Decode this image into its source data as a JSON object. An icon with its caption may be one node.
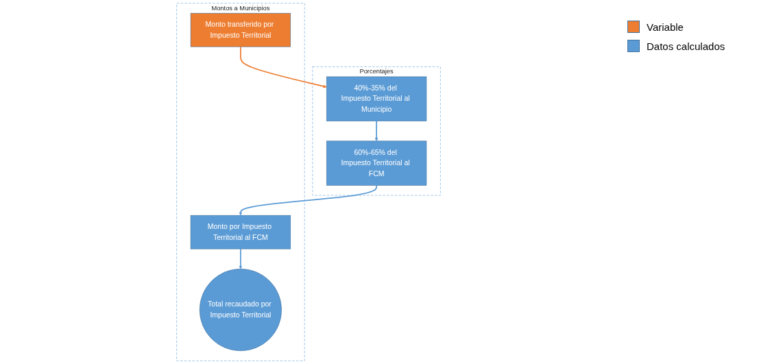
{
  "diagram": {
    "nodes": [
      {
        "text": [
          "Porcentajes"
        ]
      },
      {
        "text": [
          "40%-35% del Impuesto Territorial al Municipio"
        ],
        "in": 0
      },
      {
        "text": [
          "60%-65% del Impuesto Territorial al FCM"
        ],
        "in": 0
      },
      {
        "text": [
          "Montos a Municipios"
        ]
      },
      {
        "text": [
          "Monto transferido por Impuesto Territorial"
        ],
        "in": 3
      },
      {
        "text": [
          "Monto por Impuesto Territorial al FCM"
        ],
        "in": 3
      },
      {
        "text": [
          "Total recaudado por Impuesto Territorial"
        ],
        "in": 3
      }
    ],
    "edges": [
      {
        "from": 4,
        "to": 1,
        "arrow": "to",
        "color": "#ed7d31"
      },
      {
        "from": 1,
        "to": 2,
        "arrow": "to"
      },
      {
        "from": 2,
        "to": 5,
        "arrow": "to"
      },
      {
        "from": 5,
        "to": 6,
        "arrow": "to"
      }
    ],
    "legend": [
      {
        "text": "Variable",
        "color": "#ed7d31"
      },
      {
        "text": "Datos calculados",
        "color": "#5b9bd5"
      }
    ]
  }
}
